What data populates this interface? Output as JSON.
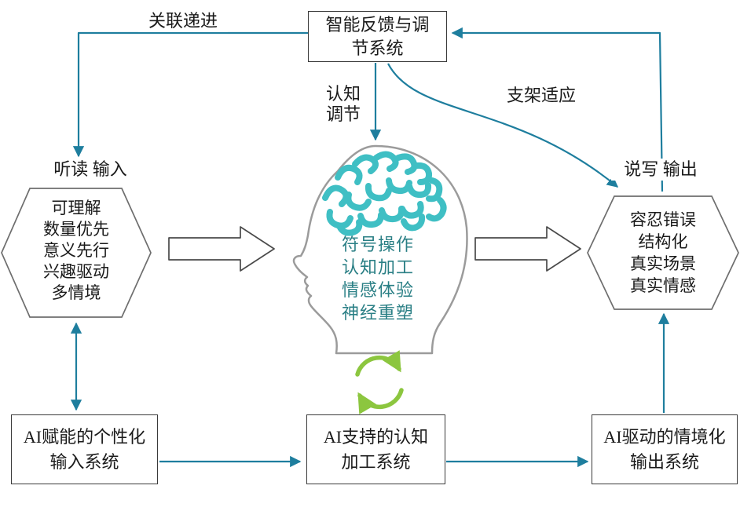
{
  "top_box": {
    "line1": "智能反馈与调",
    "line2": "节系统"
  },
  "labels": {
    "association_progression": "关联递进",
    "cognitive_regulation_line1": "认知",
    "cognitive_regulation_line2": "调节",
    "scaffold_adaptation": "支架适应",
    "listen_read_input": "听读 输入",
    "speak_write_output": "说写 输出"
  },
  "left_hexagon": {
    "lines": [
      "可理解",
      "数量优先",
      "意义先行",
      "兴趣驱动",
      "多情境"
    ]
  },
  "right_hexagon": {
    "lines": [
      "容忍错误",
      "结构化",
      "真实场景",
      "真实情感"
    ]
  },
  "head": {
    "lines": [
      "符号操作",
      "认知加工",
      "情感体验",
      "神经重塑"
    ]
  },
  "bottom_boxes": {
    "left": {
      "line1": "AI赋能的个性化",
      "line2": "输入系统"
    },
    "center": {
      "line1": "AI支持的认知",
      "line2": "加工系统"
    },
    "right": {
      "line1": "AI驱动的情境化",
      "line2": "输出系统"
    }
  },
  "colors": {
    "arrow": "#1e7e9e",
    "brain": "#3fbfc4",
    "recycle": "#8cc63f",
    "head_outline": "#9b9b9b",
    "head_text": "#2a7f85",
    "shape_border": "#6e6e6e",
    "box_border": "#3a3a3a",
    "text": "#1a1a1a"
  }
}
